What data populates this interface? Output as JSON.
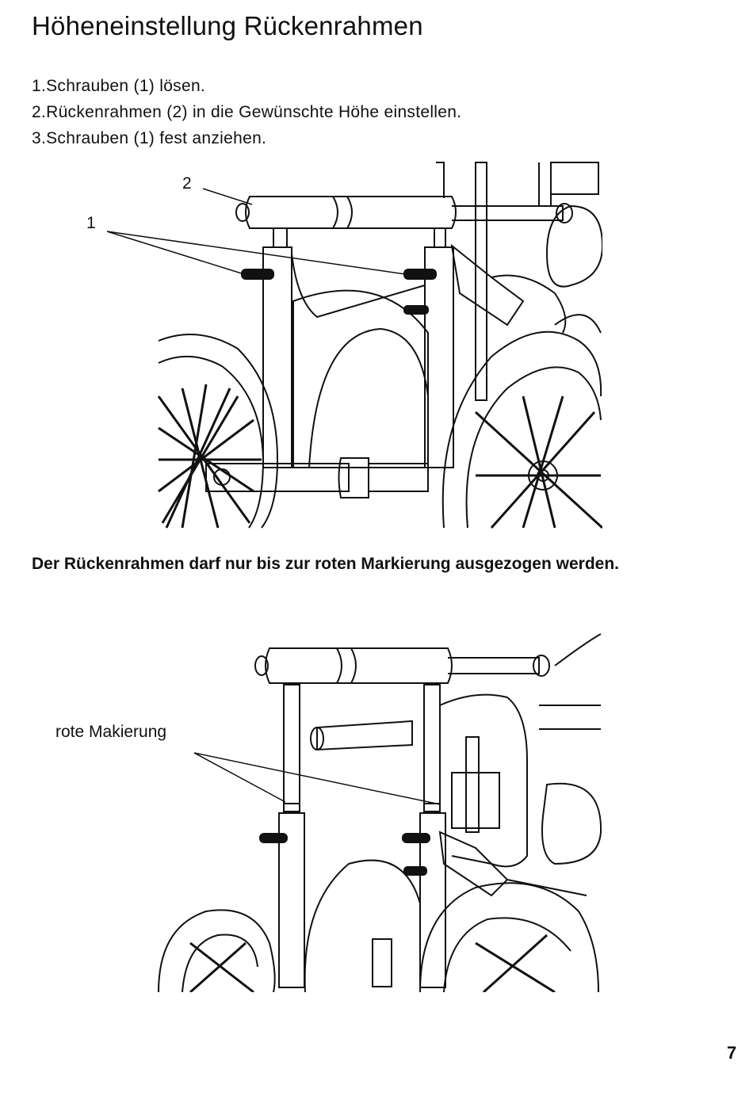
{
  "title": "Höheneinstellung Rückenrahmen",
  "steps": [
    "1.Schrauben (1) lösen.",
    "2.Rückenrahmen (2) in die Gewünschte Höhe einstellen.",
    "3.Schrauben (1) fest anziehen."
  ],
  "figure1": {
    "callout_1": "1",
    "callout_2": "2"
  },
  "note": "Der Rückenrahmen darf nur bis zur roten Markierung ausgezogen werden.",
  "figure2": {
    "callout": "rote Makierung"
  },
  "page_number": "7"
}
